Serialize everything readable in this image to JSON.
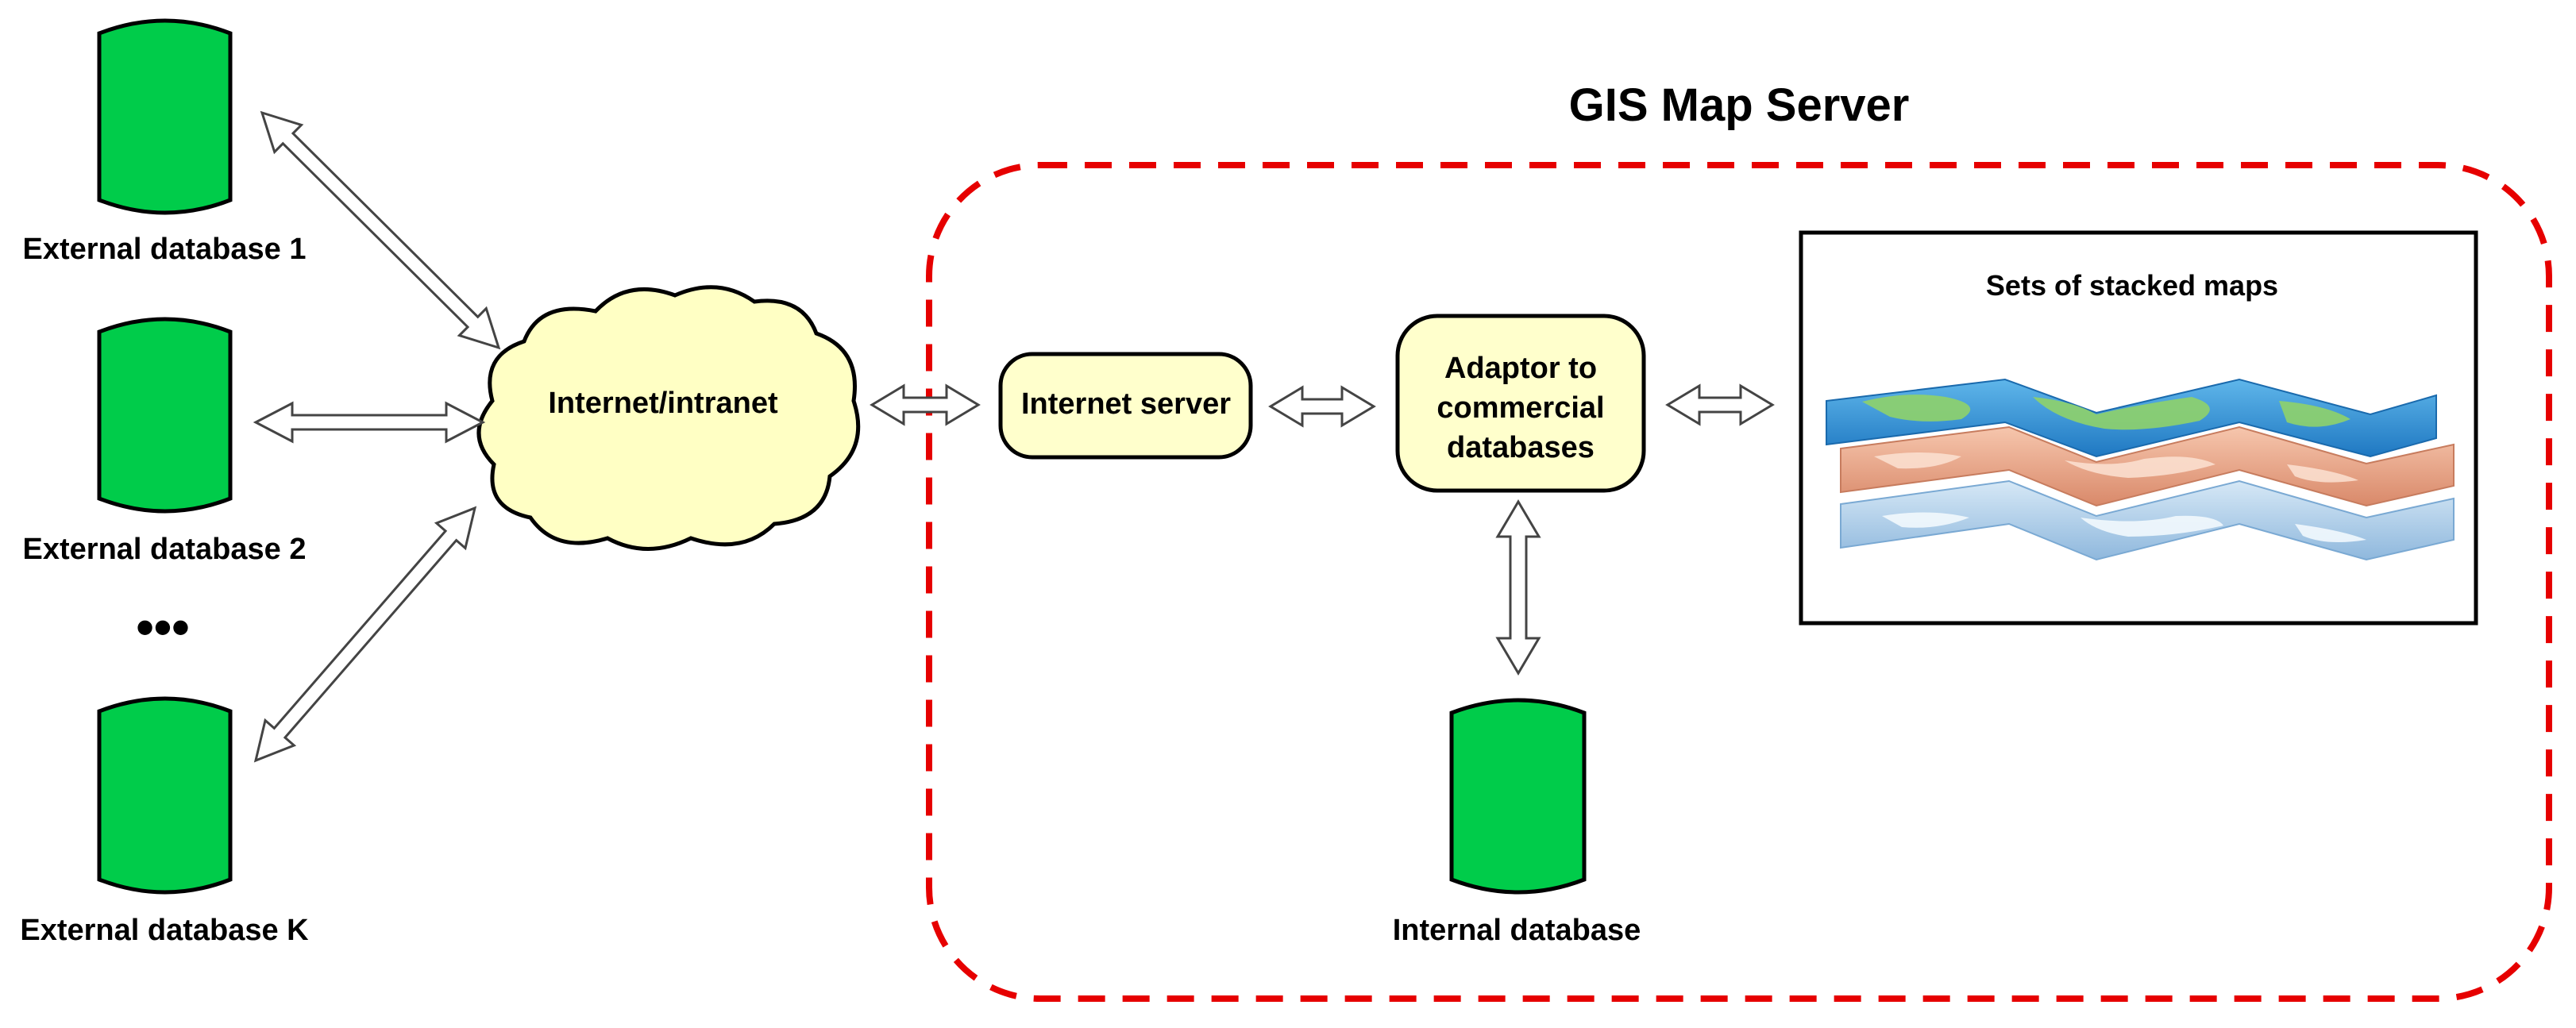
{
  "title": "GIS Map Server",
  "external_databases": [
    {
      "label": "External database 1"
    },
    {
      "label": "External database 2"
    },
    {
      "label": "External database K"
    }
  ],
  "ellipsis": "•••",
  "cloud": {
    "label": "Internet/intranet"
  },
  "internet_server": {
    "label": "Internet server"
  },
  "adaptor": {
    "lines": [
      "Adaptor to",
      "commercial",
      "databases"
    ]
  },
  "maps_panel": {
    "title": "Sets of stacked maps"
  },
  "internal_database": {
    "label": "Internal database"
  },
  "colors": {
    "database_fill": "#00cc4a",
    "box_fill": "#ffffcc",
    "boundary": "#e60000",
    "map_blue": "#2a93d6",
    "map_green": "#8fd16a",
    "map_salmon": "#e89a78",
    "map_lightblue": "#a9cbe6"
  }
}
